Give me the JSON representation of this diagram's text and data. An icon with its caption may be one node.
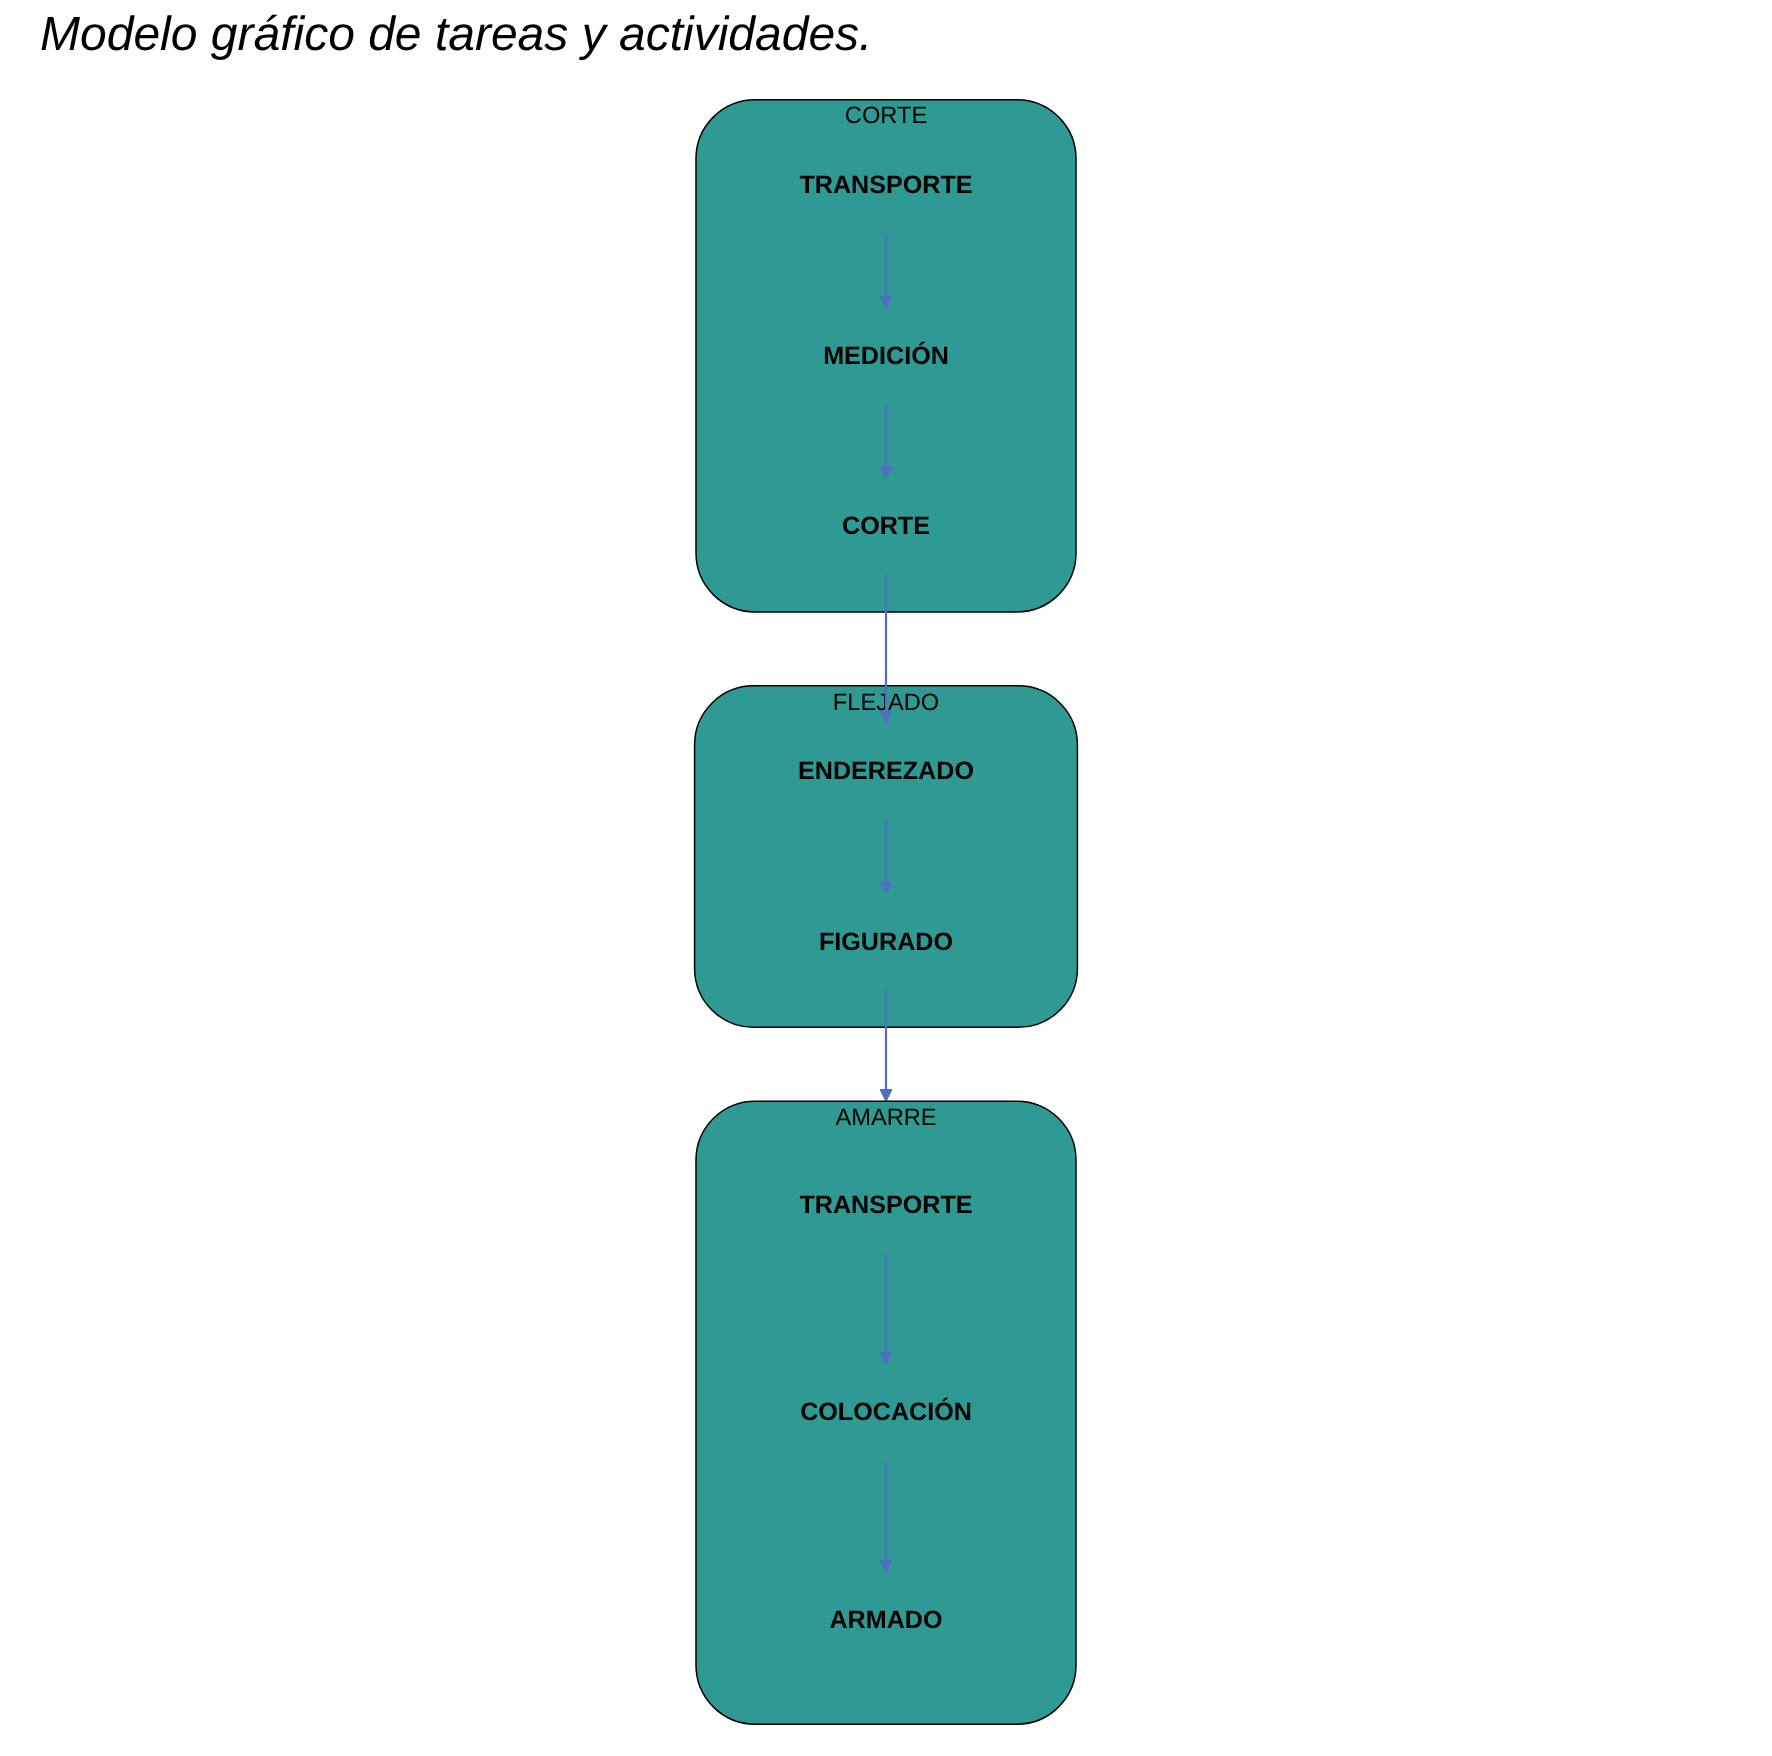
{
  "diagram": {
    "title": "Modelo gráfico de tareas y actividades.",
    "nodes": [
      {
        "text": [
          "CORTE"
        ]
      },
      {
        "text": [
          "TRANSPORTE"
        ],
        "in": 0
      },
      {
        "text": [
          "MEDICIÓN"
        ],
        "in": 0
      },
      {
        "text": [
          "CORTE"
        ],
        "in": 0
      },
      {
        "text": [
          "FLEJADO"
        ]
      },
      {
        "text": [
          "ENDEREZADO"
        ],
        "in": 4
      },
      {
        "text": [
          "FIGURADO"
        ],
        "in": 4
      },
      {
        "text": [
          "AMARRE"
        ]
      },
      {
        "text": [
          "TRANSPORTE"
        ],
        "in": 7
      },
      {
        "text": [
          "COLOCACIÓN"
        ],
        "in": 7
      },
      {
        "text": [
          "ARMADO"
        ],
        "in": 7
      }
    ],
    "edges": [
      {
        "from": 1,
        "to": 2,
        "arrow": "to"
      },
      {
        "from": 2,
        "to": 3,
        "arrow": "to"
      },
      {
        "from": 3,
        "to": 5,
        "arrow": "to"
      },
      {
        "from": 5,
        "to": 6,
        "arrow": "to"
      },
      {
        "from": 6,
        "to": 7,
        "arrow": "to"
      },
      {
        "from": 8,
        "to": 9,
        "arrow": "to"
      },
      {
        "from": 9,
        "to": 10,
        "arrow": "to"
      }
    ]
  }
}
